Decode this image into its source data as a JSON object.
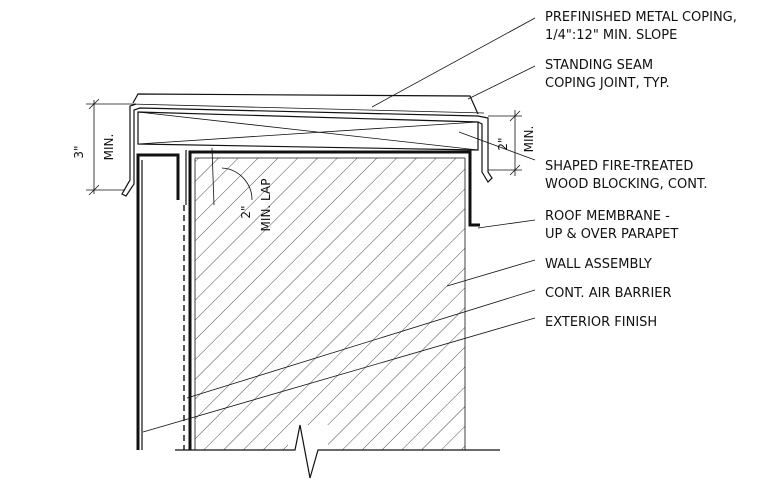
{
  "labels": {
    "coping_line1": "PREFINISHED METAL COPING,",
    "coping_line2": "1/4\":12\" MIN. SLOPE",
    "seam_line1": "STANDING SEAM",
    "seam_line2": "COPING JOINT, TYP.",
    "blocking_line1": "SHAPED FIRE-TREATED",
    "blocking_line2": "WOOD BLOCKING, CONT.",
    "membrane_line1": "ROOF MEMBRANE -",
    "membrane_line2": "UP & OVER PARAPET",
    "wall_assembly": "WALL ASSEMBLY",
    "air_barrier": "CONT. AIR BARRIER",
    "exterior_finish": "EXTERIOR FINISH"
  },
  "dimensions": {
    "left_value": "3\"",
    "left_min": "MIN.",
    "right_value": "2\"",
    "right_min": "MIN.",
    "lap_value": "2\"",
    "lap_min": "MIN. LAP"
  }
}
